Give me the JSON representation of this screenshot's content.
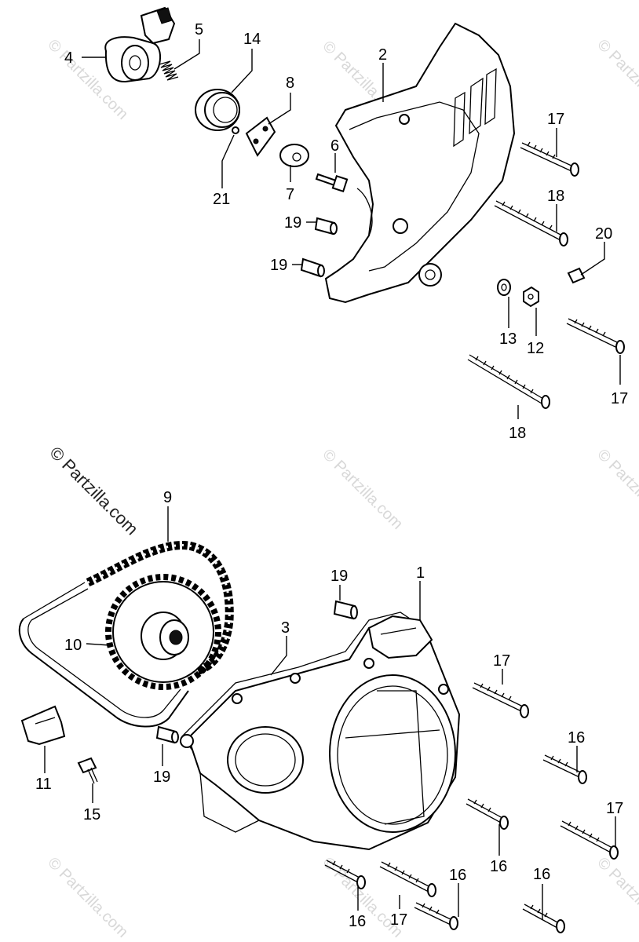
{
  "watermark": {
    "main": "© Partzilla.com",
    "faint": "© Partzilla.com"
  },
  "callouts": {
    "c1": "1",
    "c2": "2",
    "c3": "3",
    "c4": "4",
    "c5": "5",
    "c6": "6",
    "c7": "7",
    "c8": "8",
    "c9": "9",
    "c10": "10",
    "c11": "11",
    "c12": "12",
    "c13": "13",
    "c14": "14",
    "c15": "15",
    "c16": "16",
    "c17": "17",
    "c18": "18",
    "c19": "19",
    "c20": "20",
    "c21": "21"
  }
}
